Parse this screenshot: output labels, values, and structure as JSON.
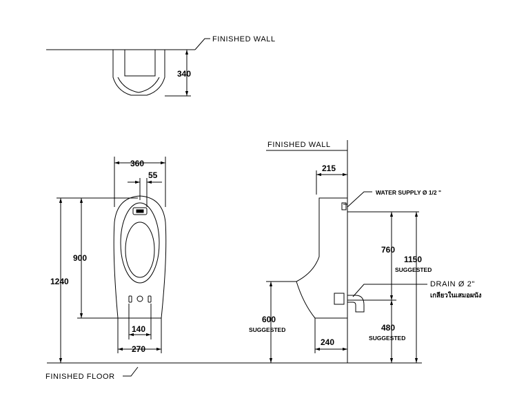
{
  "labels": {
    "finished_wall_top": "FINISHED  WALL",
    "finished_wall_side": "FINISHED  WALL",
    "finished_floor": "FINISHED  FLOOR",
    "water_supply": "WATER SUPPLY  Ø 1/2 \"",
    "drain": "DRAIN  Ø 2\"",
    "drain_note_thai": "เกลียวในเสมอผนัง",
    "suggested": "SUGGESTED"
  },
  "dimensions": {
    "top_depth": "340",
    "front_width": "360",
    "front_spud_offset": "55",
    "front_height_total": "1240",
    "front_height_bowl": "900",
    "front_bottom_inner": "140",
    "front_bottom_outer": "270",
    "side_top_depth": "215",
    "side_supply_height": "760",
    "side_supply_height_floor": "1150",
    "side_rim_height": "600",
    "side_drain_height": "480",
    "side_base_depth": "240"
  }
}
